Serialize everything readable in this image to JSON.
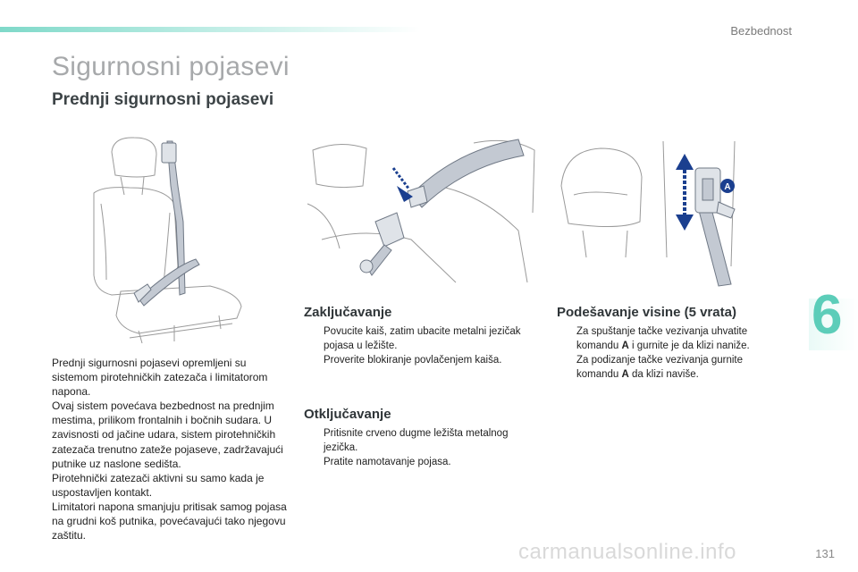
{
  "header": {
    "section_label": "Bezbednost"
  },
  "page": {
    "title": "Sigurnosni pojasevi",
    "subtitle": "Prednji sigurnosni pojasevi",
    "chapter_number": "6",
    "page_number": "131",
    "watermark": "carmanualsonline.info"
  },
  "intro": {
    "paragraphs": [
      "Prednji sigurnosni pojasevi opremljeni su sistemom pirotehničkih zatezača i limitatorom napona.",
      "Ovaj sistem povećava bezbednost na prednjim mestima, prilikom frontalnih i bočnih sudara. U zavisnosti od jačine udara, sistem pirotehničkih zatezača trenutno zateže pojaseve, zadržavajući putnike uz naslone sedišta.",
      "Pirotehnički zatezači aktivni su samo kada je uspostavljen kontakt.",
      "Limitatori napona smanjuju pritisak samog pojasa na grudni koš putnika, povećavajući tako njegovu zaštitu."
    ]
  },
  "locking": {
    "heading": "Zaključavanje",
    "items": [
      "Povucite kaiš, zatim ubacite metalni jezičak pojasa u ležište.",
      "Proverite blokiranje povlačenjem kaiša."
    ]
  },
  "unlocking": {
    "heading": "Otključavanje",
    "items": [
      "Pritisnite crveno dugme ležišta metalnog jezička.",
      "Pratite namotavanje pojasa."
    ]
  },
  "height": {
    "heading": "Podešavanje visine (5 vrata)",
    "items": [
      {
        "pre": "Za spuštanje tačke vezivanja uhvatite komandu ",
        "key": "A",
        "post": " i gurnite je da klizi naniže."
      },
      {
        "pre": "Za podizanje tačke vezivanja gurnite komandu ",
        "key": "A",
        "post": " da klizi naviše."
      }
    ],
    "marker_label": "A"
  },
  "bullet_symbol": "",
  "colors": {
    "accent": "#5ccdb9",
    "belt": "#c3c9d2",
    "arrow": "#1b3f8f"
  }
}
